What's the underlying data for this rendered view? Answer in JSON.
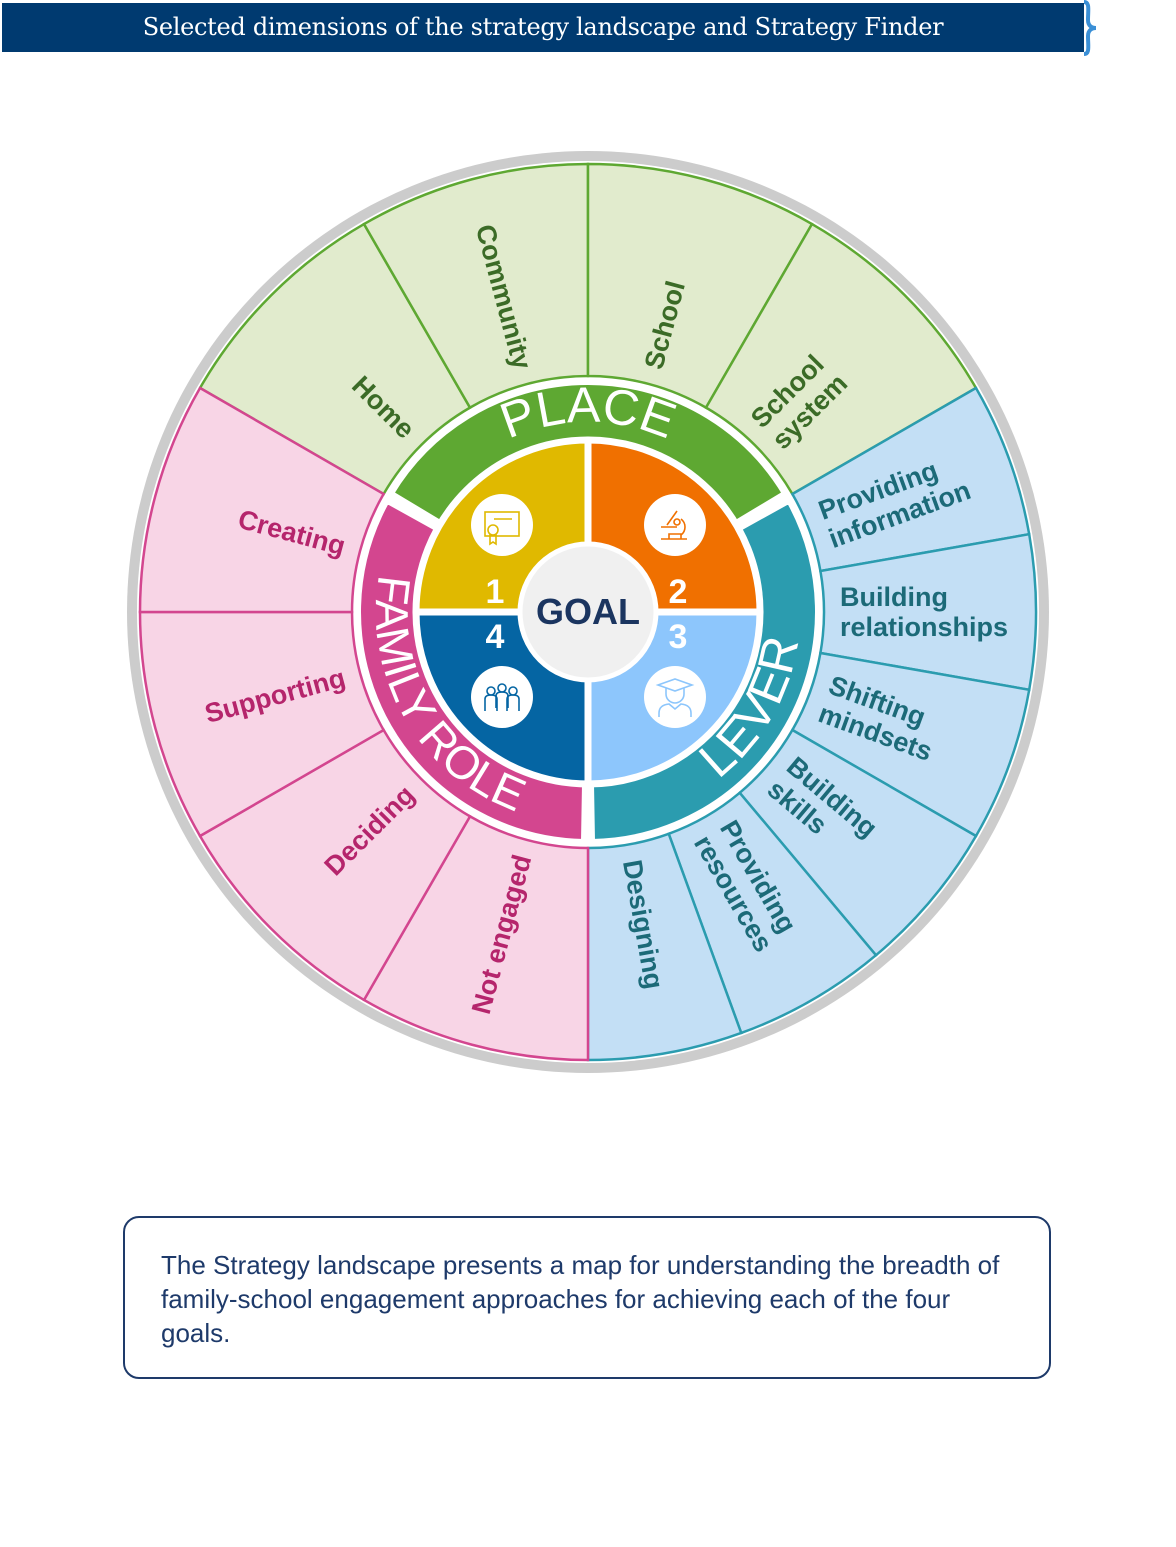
{
  "header": {
    "title": "Selected dimensions of the strategy landscape and Strategy Finder"
  },
  "wheel": {
    "center_label": "GOAL",
    "goals": [
      {
        "number": "1",
        "icon": "certificate-icon",
        "color": "#e0b900"
      },
      {
        "number": "2",
        "icon": "microscope-icon",
        "color": "#f07000"
      },
      {
        "number": "3",
        "icon": "graduate-icon",
        "color": "#8dc6fc"
      },
      {
        "number": "4",
        "icon": "people-icon",
        "color": "#0565a3"
      }
    ],
    "dimensions": [
      {
        "name": "PLACE",
        "band_color": "#5ea832",
        "fill": "#e1ebcd",
        "line": "#5ea832",
        "text_color": "#3b6b27",
        "items": [
          [
            "Home"
          ],
          [
            "Community"
          ],
          [
            "School"
          ],
          [
            "School",
            "system"
          ]
        ]
      },
      {
        "name": "LEVER",
        "band_color": "#2b9caf",
        "fill": "#c3dff5",
        "line": "#2b9caf",
        "text_color": "#1c6a78",
        "items": [
          [
            "Providing",
            "information"
          ],
          [
            "Building",
            "relationships"
          ],
          [
            "Shifting",
            "mindsets"
          ],
          [
            "Building",
            "skills"
          ],
          [
            "Providing",
            "resources"
          ],
          [
            "Designing"
          ]
        ]
      },
      {
        "name": "FAMILY ROLE",
        "band_color": "#d3468f",
        "fill": "#f8d5e6",
        "line": "#d3468f",
        "text_color": "#b5256c",
        "items": [
          [
            "Not engaged"
          ],
          [
            "Deciding"
          ],
          [
            "Supporting"
          ],
          [
            "Creating"
          ]
        ]
      }
    ]
  },
  "note": {
    "text": "The Strategy landscape presents a map for understanding the breadth of family-school engagement approaches for achieving each of the four goals."
  }
}
